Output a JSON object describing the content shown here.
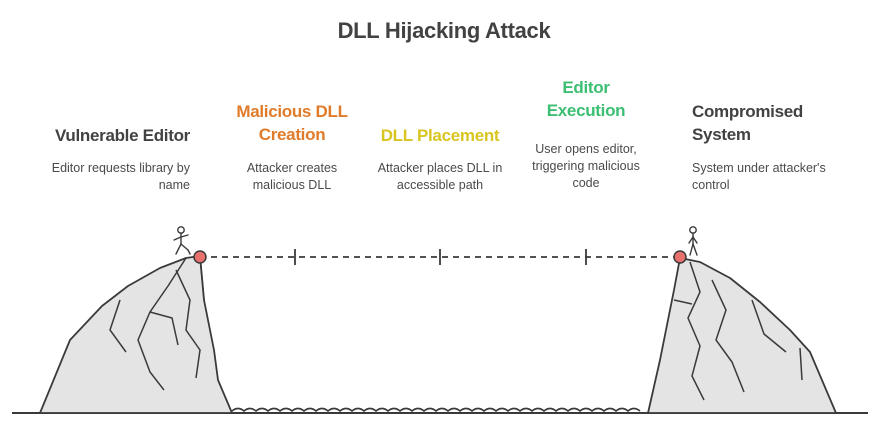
{
  "title": "DLL Hijacking Attack",
  "colors": {
    "dark_text": "#424242",
    "malicious_creation": "#e07b2a",
    "placement": "#d9c521",
    "execution": "#3cbf72",
    "endpoint": "#e8706d",
    "cliff_fill": "#e4e4e4",
    "stroke": "#3a3a3a"
  },
  "steps": [
    {
      "title": "Vulnerable Editor",
      "description": "Editor requests library by name"
    },
    {
      "title": "Malicious DLL Creation",
      "description": "Attacker creates malicious DLL"
    },
    {
      "title": "DLL Placement",
      "description": "Attacker places DLL in accessible path"
    },
    {
      "title": "Editor Execution",
      "description": "User opens editor, triggering malicious code"
    },
    {
      "title": "Compromised System",
      "description": "System under attacker's control"
    }
  ],
  "figures": {
    "left": "person-standing-icon",
    "right": "person-waiting-icon"
  }
}
